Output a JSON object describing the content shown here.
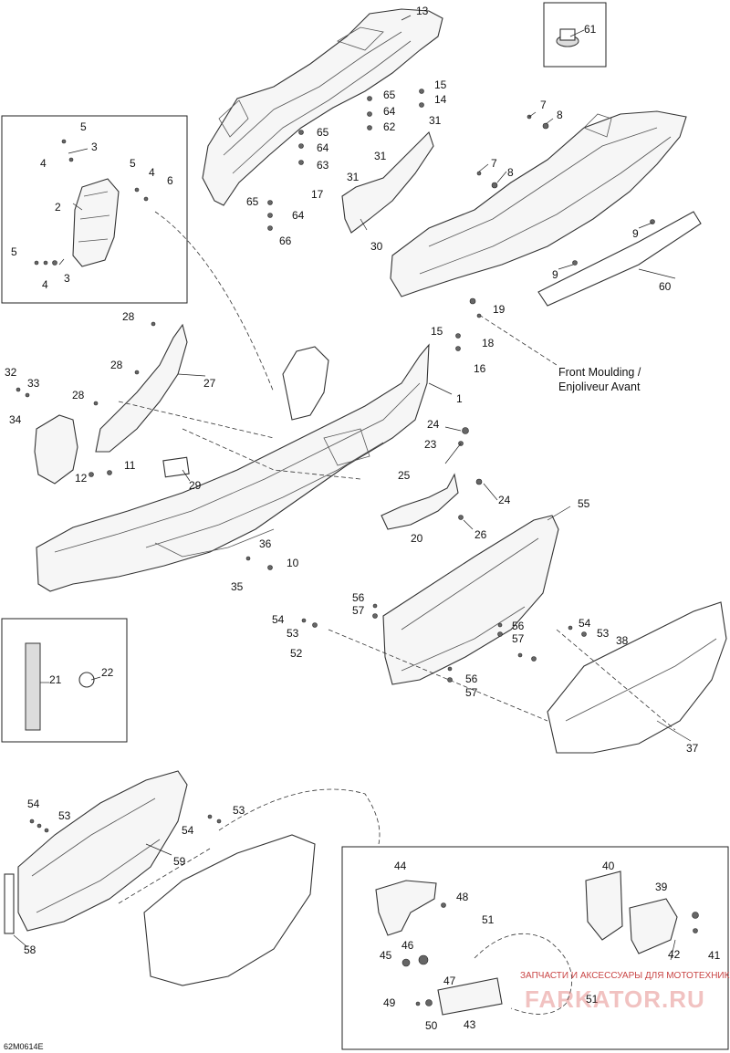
{
  "diagram_id": "62M0614E",
  "caption": {
    "front_moulding_line1": "Front Moulding /",
    "front_moulding_line2": "Enjoliveur Avant"
  },
  "watermark": {
    "text": "ЗАПЧАСТИ И АКСЕССУАРЫ ДЛЯ МОТОТЕХНИКИ",
    "logo": "FARKATOR.RU"
  },
  "callouts": {
    "c1": "1",
    "c2": "2",
    "c3a": "3",
    "c3b": "3",
    "c4a": "4",
    "c4b": "4",
    "c4c": "4",
    "c5a": "5",
    "c5b": "5",
    "c5c": "5",
    "c6": "6",
    "c7a": "7",
    "c7b": "7",
    "c8a": "8",
    "c8b": "8",
    "c9a": "9",
    "c9b": "9",
    "c10": "10",
    "c11": "11",
    "c12": "12",
    "c13": "13",
    "c14": "14",
    "c15a": "15",
    "c15b": "15",
    "c16": "16",
    "c17": "17",
    "c18": "18",
    "c19": "19",
    "c20": "20",
    "c21": "21",
    "c22": "22",
    "c23": "23",
    "c24a": "24",
    "c24b": "24",
    "c25": "25",
    "c26": "26",
    "c27": "27",
    "c28a": "28",
    "c28b": "28",
    "c28c": "28",
    "c29": "29",
    "c30": "30",
    "c31a": "31",
    "c31b": "31",
    "c31c": "31",
    "c32": "32",
    "c33": "33",
    "c34": "34",
    "c35": "35",
    "c36": "36",
    "c37": "37",
    "c38": "38",
    "c39": "39",
    "c40": "40",
    "c41": "41",
    "c42": "42",
    "c43": "43",
    "c44": "44",
    "c45": "45",
    "c46": "46",
    "c47": "47",
    "c48": "48",
    "c49": "49",
    "c50": "50",
    "c51a": "51",
    "c51b": "51",
    "c52": "52",
    "c53a": "53",
    "c53b": "53",
    "c53c": "53",
    "c53d": "53",
    "c54a": "54",
    "c54b": "54",
    "c54c": "54",
    "c54d": "54",
    "c55": "55",
    "c56a": "56",
    "c56b": "56",
    "c56c": "56",
    "c57a": "57",
    "c57b": "57",
    "c57c": "57",
    "c58": "58",
    "c59": "59",
    "c60": "60",
    "c61": "61",
    "c62": "62",
    "c63": "63",
    "c64a": "64",
    "c64b": "64",
    "c64c": "64",
    "c65a": "65",
    "c65b": "65",
    "c65c": "65",
    "c66": "66"
  }
}
